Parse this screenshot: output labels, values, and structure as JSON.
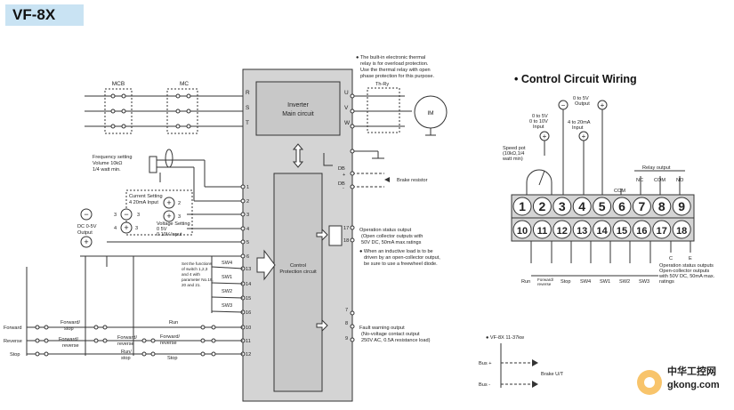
{
  "title": "VF-8X",
  "control_heading": "• Control Circuit Wiring",
  "left": {
    "mcb": "MCB",
    "mc": "MC",
    "main_terminals": [
      "R",
      "S",
      "T"
    ],
    "out_terminals": [
      "U",
      "V",
      "W"
    ],
    "inverter_main": [
      "Inverter",
      "Main circuit"
    ],
    "control_circuit": [
      "Control",
      "Protection circuit"
    ],
    "motor": "IM",
    "thermal_relay_label": "Th-Ry",
    "thermal_note": [
      "● The built-in electronic thermal",
      "relay is for overload protection.",
      "Use the thermal relay with open",
      "phase protection for this purpose."
    ],
    "freq_setting": [
      "Frequency setting",
      "Volume 10kΩ",
      "1/4 watt min."
    ],
    "current_setting": [
      "Current Setting",
      "4 20mA Input"
    ],
    "voltage_setting": [
      "Voltage Setting",
      "0 5V",
      "0 10V Input"
    ],
    "dc_output": [
      "DC 0-5V",
      "Output"
    ],
    "db_labels": [
      "DB",
      "DB"
    ],
    "db_plus_minus": [
      "+",
      "-"
    ],
    "brake_resistor": "Brake resistor",
    "terminal_numbers": [
      "1",
      "2",
      "3",
      "4",
      "5",
      "6",
      "13",
      "14",
      "15",
      "16",
      "10",
      "11",
      "12"
    ],
    "small_numbers": [
      "1",
      "2",
      "3",
      "4",
      "2",
      "3",
      "3",
      "3"
    ],
    "sw_labels": [
      "SW4",
      "SW1",
      "SW2",
      "SW3"
    ],
    "sw_note": [
      "Set the functions",
      "of switch 1,2,3",
      "and 4 with",
      "parameter No.19,",
      "20 and 21."
    ],
    "op_status": [
      "Operation status output",
      "(Open collector outputs with",
      "50V DC, 50mA max.ratings"
    ],
    "inductive_note": [
      "● When an inductive load is to be",
      "driven by an open-collector output,",
      "be sure to use a freewheel diode."
    ],
    "fault_output": [
      "Fault warning output",
      "(No-voltage contact output",
      "250V AC, 0.5A resistance load)"
    ],
    "right_terminals": [
      "17",
      "18",
      "7",
      "8",
      "9"
    ],
    "left_labels": [
      "Forward",
      "Reverse",
      "Stop"
    ],
    "mid_labels": [
      "Forward/",
      "stop",
      "Forward/",
      "reverse",
      "Run/",
      "stop"
    ],
    "right_labels": [
      "Run",
      "Forward/",
      "reverse",
      "Stop"
    ],
    "mid_labels2": [
      "Forward/",
      "reverse"
    ]
  },
  "right": {
    "output_label": [
      "0 to 5V",
      "Output"
    ],
    "input1": [
      "0 to 5V",
      "0 to 10V",
      "Input"
    ],
    "input2": [
      "4 to 20mA",
      "Input"
    ],
    "speed_pot": [
      "Speed pot",
      "(10kΩ,1/4",
      "watt min)"
    ],
    "relay_output": "Relay output",
    "relay_terms": [
      "NC",
      "COM",
      "NO"
    ],
    "com": "COM",
    "top_row": [
      "1",
      "2",
      "3",
      "4",
      "5",
      "6",
      "7",
      "8",
      "9"
    ],
    "bottom_row": [
      "10",
      "11",
      "12",
      "13",
      "14",
      "15",
      "16",
      "17",
      "18"
    ],
    "bottom_labels": [
      "Run",
      "Forward/",
      "reverse",
      "Stop",
      "SW4",
      "SW1",
      "SW2",
      "SW3"
    ],
    "ce": [
      "C",
      "E"
    ],
    "op_note": [
      "Operation status outputs",
      "Open-collector outputs",
      "with 50V DC, 50mA max.",
      "ratings"
    ],
    "model_note": "● VF-8X 11-37kw",
    "bus_plus": "Bus +",
    "bus_minus": "Bus -",
    "brake_ut": "Brake U/T"
  },
  "watermark": [
    "中华工控网",
    "gkong.com"
  ]
}
